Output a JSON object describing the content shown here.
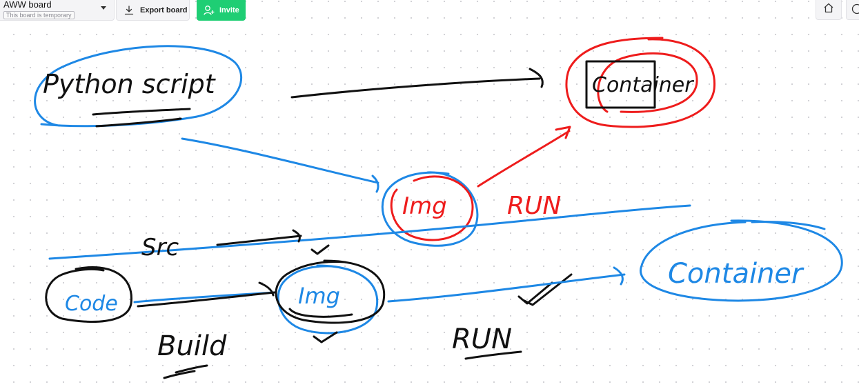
{
  "toolbar": {
    "board_name": "AWW board",
    "board_badge": "This board is temporary",
    "export_label": "Export board",
    "invite_label": "Invite",
    "icons": {
      "dropdown": "chevron-down-icon",
      "export": "download-icon",
      "invite": "add-user-icon",
      "home": "home-icon",
      "history": "clock-icon"
    },
    "invite_color": "#1fce74"
  },
  "drawing": {
    "colors": {
      "blue": "#1e88e5",
      "red": "#ee1c1c",
      "black": "#111111"
    },
    "labels": {
      "python_script": "Python script",
      "container_top": "Container",
      "img_top": "Img",
      "run_top": "RUN",
      "src": "Src",
      "code": "Code",
      "img_bottom": "Img",
      "build": "Build",
      "run_bottom": "RUN",
      "container_bottom": "Container"
    }
  }
}
